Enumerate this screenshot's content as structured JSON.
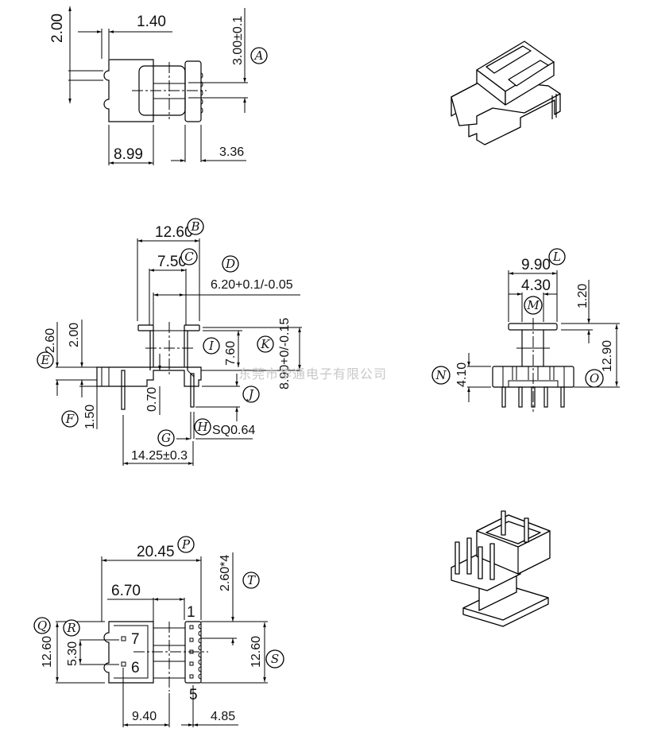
{
  "top_view": {
    "dims": [
      "2.00",
      "1.40",
      "3.00±0.1",
      "8.99",
      "3.36"
    ],
    "label": "A"
  },
  "front_view": {
    "dims": [
      "12.60",
      "7.50",
      "6.20+0.1/-0.05",
      "2.60",
      "2.00",
      "7.60",
      "8.90+0/-0.15",
      "0.70",
      "1.50",
      "SQ0.64",
      "14.25±0.3"
    ],
    "labels": [
      "B",
      "C",
      "D",
      "E",
      "F",
      "G",
      "H",
      "I",
      "J",
      "K"
    ]
  },
  "side_view": {
    "dims": [
      "9.90",
      "4.30",
      "1.20",
      "12.90",
      "4.10"
    ],
    "labels": [
      "L",
      "M",
      "N",
      "O"
    ]
  },
  "bottom_view": {
    "dims": [
      "20.45",
      "6.70",
      "2.60*4",
      "12.60",
      "5.30",
      "12.60",
      "9.40",
      "4.85"
    ],
    "pins": [
      "1",
      "5",
      "6",
      "7"
    ],
    "labels": [
      "P",
      "Q",
      "R",
      "S",
      "T"
    ]
  },
  "watermark": "东莞市华通电子有限公司"
}
